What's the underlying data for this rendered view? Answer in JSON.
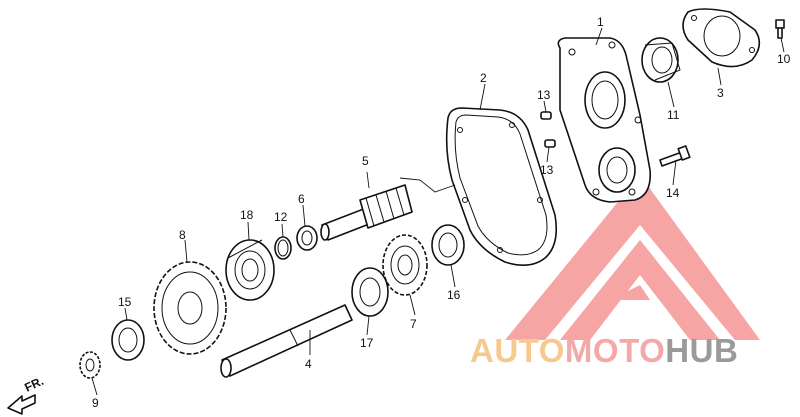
{
  "diagram": {
    "callouts": [
      "1",
      "2",
      "3",
      "4",
      "5",
      "6",
      "7",
      "8",
      "9",
      "10",
      "11",
      "12",
      "13",
      "13",
      "14",
      "15",
      "16",
      "17",
      "18"
    ],
    "direction_label": "FR."
  },
  "watermark": {
    "part1": "AUTO",
    "part2": "MOTO",
    "part3": "HUB",
    "colors": {
      "auto": "#f6c98f",
      "moto": "#f4a9a9",
      "hub": "#9a9a9a",
      "triangle": "#ef6f6f"
    }
  }
}
